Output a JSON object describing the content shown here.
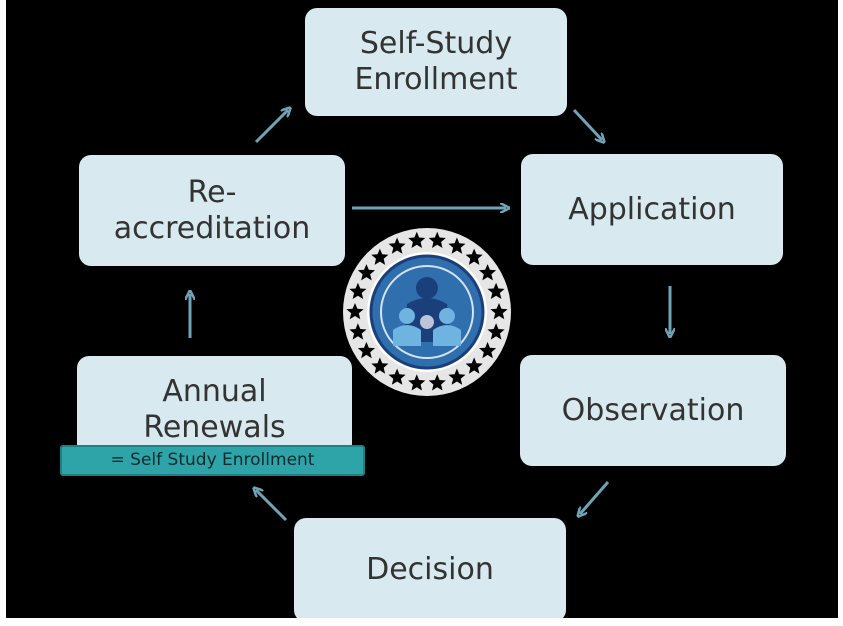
{
  "nodes": {
    "self_study_enrollment": {
      "line1": "Self-Study",
      "line2": "Enrollment"
    },
    "application": {
      "label": "Application"
    },
    "observation": {
      "label": "Observation"
    },
    "decision": {
      "label": "Decision"
    },
    "annual_renewals": {
      "line1": "Annual",
      "line2": "Renewals"
    },
    "re_accreditation": {
      "line1": "Re-",
      "line2": "accreditation"
    }
  },
  "annual_renewals_note": "= Self Study Enrollment",
  "colors": {
    "background": "#000000",
    "node_fill": "#d8eaf0",
    "node_text": "#333333",
    "arrow": "#6fa3b6",
    "note_fill": "#2fa4a8",
    "emblem_blue": "#2f6fae"
  },
  "center_emblem": {
    "icon": "organization-seal-icon"
  }
}
